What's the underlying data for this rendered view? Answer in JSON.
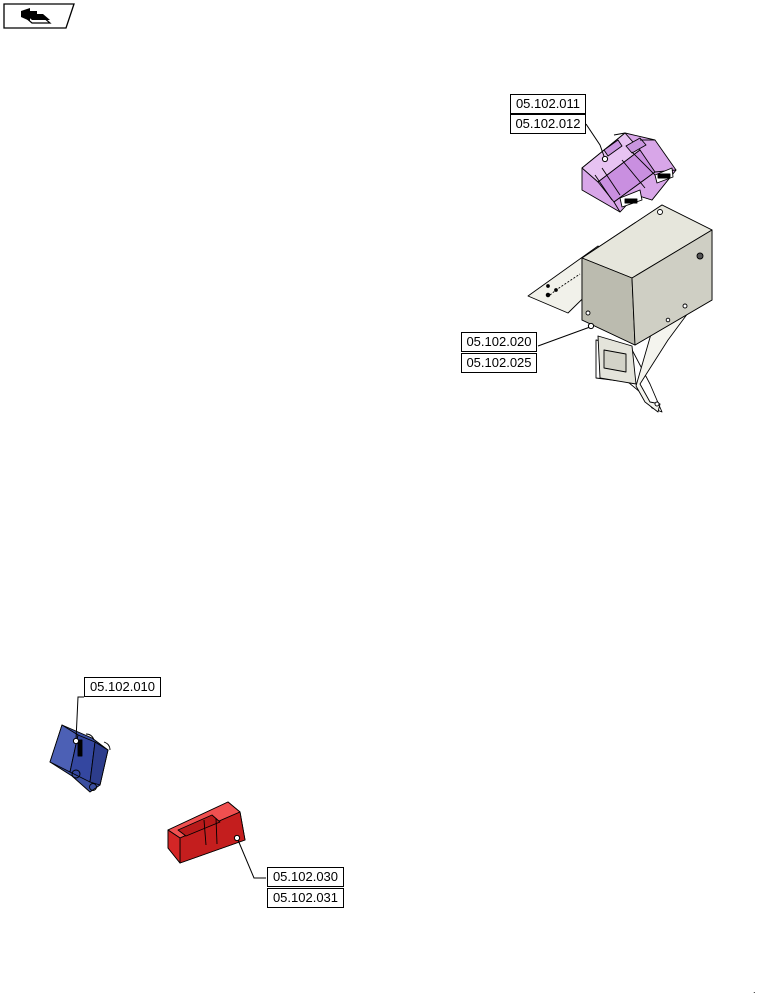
{
  "colors": {
    "ink": "#000000",
    "purple_part": "#d8a6e8",
    "grey_part": "#ddddd2",
    "blue_part": "#3b4fa0",
    "red_part": "#e03030"
  },
  "nav": {
    "icon": "previous-section-arrow-icon"
  },
  "callouts": {
    "purple_a": "05.102.011",
    "purple_b": "05.102.012",
    "tank_a": "05.102.020",
    "tank_b": "05.102.025",
    "blue": "05.102.010",
    "red_a": "05.102.030",
    "red_b": "05.102.031"
  },
  "footer": {
    "mark": "."
  }
}
